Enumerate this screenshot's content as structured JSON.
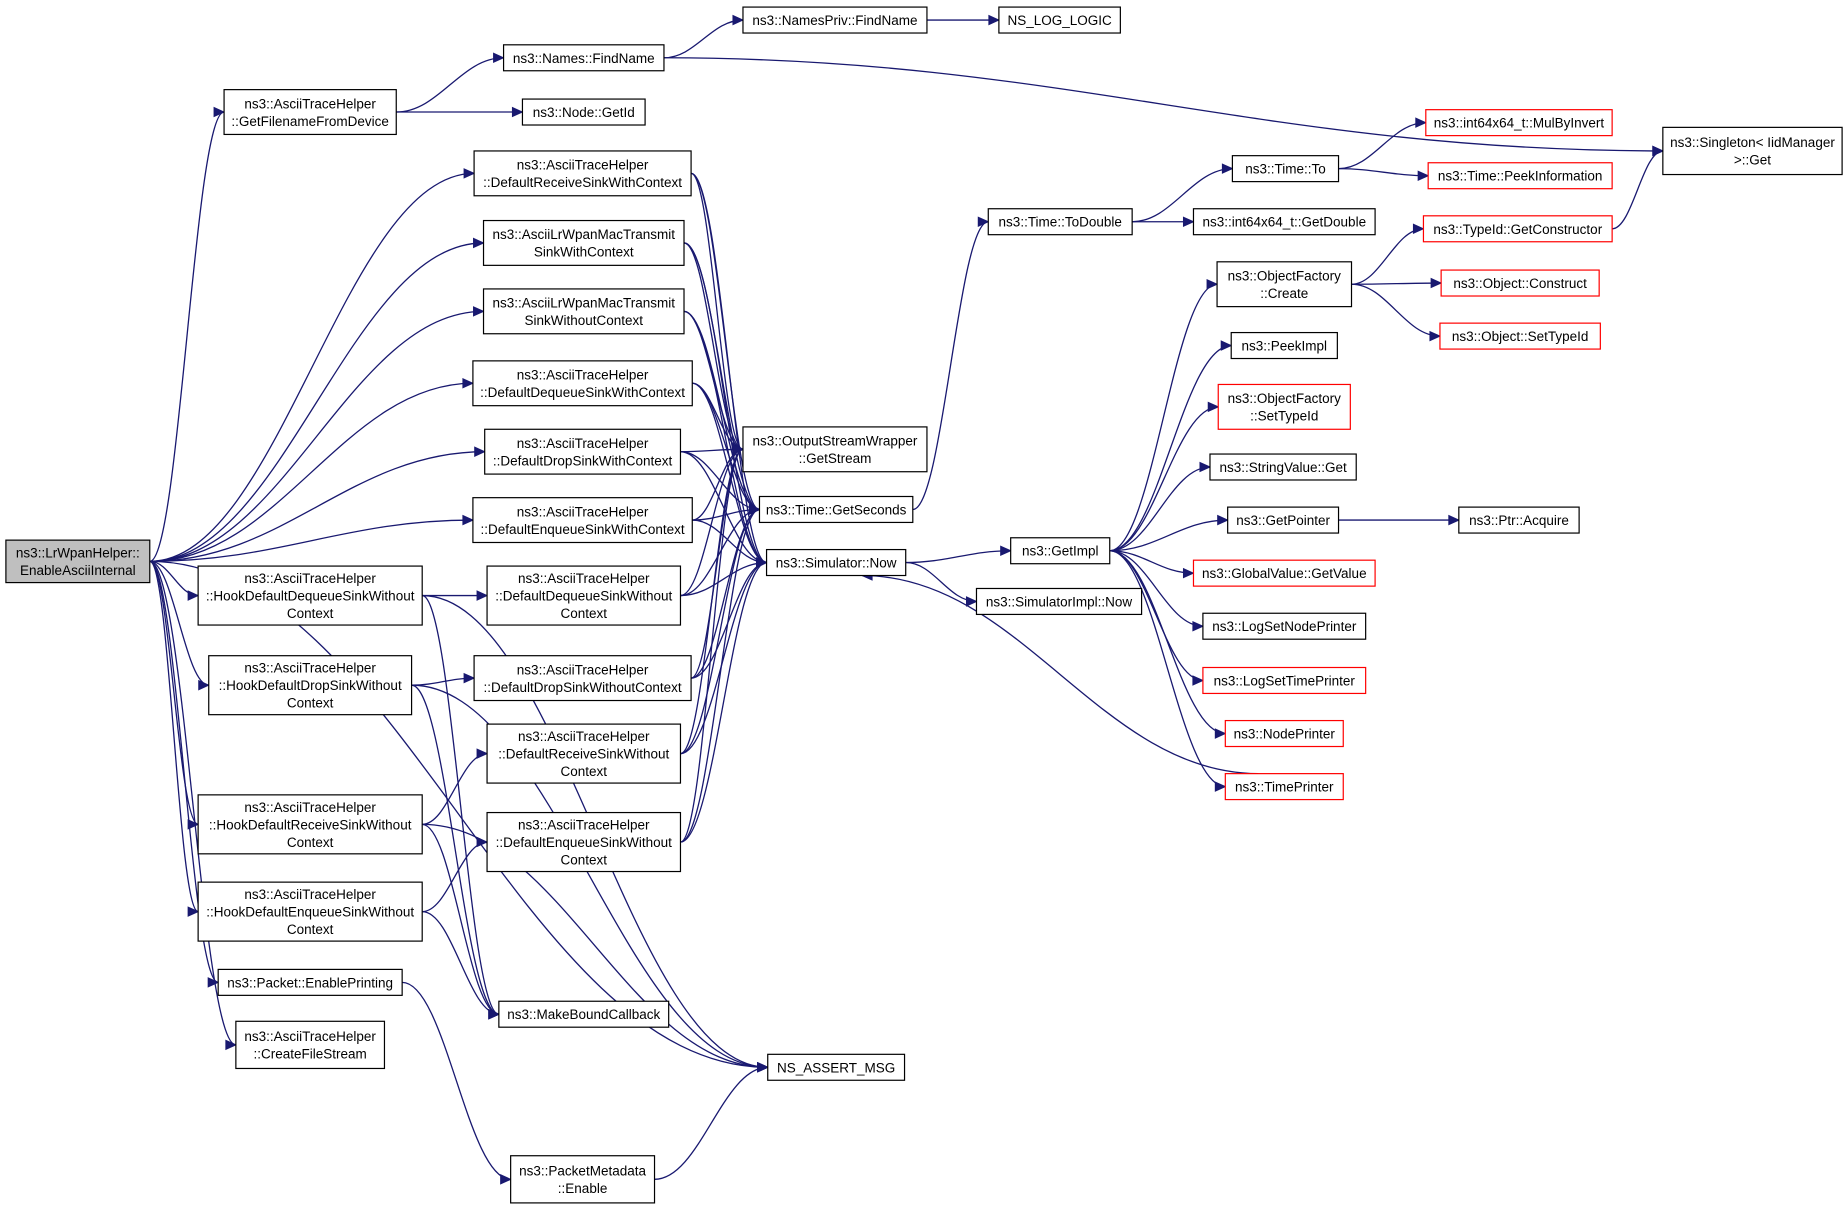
{
  "colors": {
    "edge": "#191970",
    "border": "#000000",
    "missing_border": "#ff0000",
    "root_fill": "#bfbfbf"
  },
  "nodes": {
    "root": {
      "lines": [
        "ns3::LrWpanHelper::",
        "EnableAsciiInternal"
      ]
    },
    "getFilename": {
      "lines": [
        "ns3::AsciiTraceHelper",
        "::GetFilenameFromDevice"
      ]
    },
    "namesFindName": {
      "lines": [
        "ns3::Names::FindName"
      ]
    },
    "namesPrivFindName": {
      "lines": [
        "ns3::NamesPriv::FindName"
      ]
    },
    "nsLogLogic": {
      "lines": [
        "NS_LOG_LOGIC"
      ]
    },
    "nodeGetId": {
      "lines": [
        "ns3::Node::GetId"
      ]
    },
    "singletonGet": {
      "lines": [
        "ns3::Singleton< IidManager",
        ">::Get"
      ]
    },
    "defReceiveWith": {
      "lines": [
        "ns3::AsciiTraceHelper",
        "::DefaultReceiveSinkWithContext"
      ]
    },
    "lrTransmitWith": {
      "lines": [
        "ns3::AsciiLrWpanMacTransmit",
        "SinkWithContext"
      ]
    },
    "lrTransmitWithout": {
      "lines": [
        "ns3::AsciiLrWpanMacTransmit",
        "SinkWithoutContext"
      ]
    },
    "defDequeueWith": {
      "lines": [
        "ns3::AsciiTraceHelper",
        "::DefaultDequeueSinkWithContext"
      ]
    },
    "defDropWith": {
      "lines": [
        "ns3::AsciiTraceHelper",
        "::DefaultDropSinkWithContext"
      ]
    },
    "defEnqueueWith": {
      "lines": [
        "ns3::AsciiTraceHelper",
        "::DefaultEnqueueSinkWithContext"
      ]
    },
    "hookDequeue": {
      "lines": [
        "ns3::AsciiTraceHelper",
        "::HookDefaultDequeueSinkWithout",
        "Context"
      ]
    },
    "defDequeueWithout": {
      "lines": [
        "ns3::AsciiTraceHelper",
        "::DefaultDequeueSinkWithout",
        "Context"
      ]
    },
    "hookDrop": {
      "lines": [
        "ns3::AsciiTraceHelper",
        "::HookDefaultDropSinkWithout",
        "Context"
      ]
    },
    "defDropWithout": {
      "lines": [
        "ns3::AsciiTraceHelper",
        "::DefaultDropSinkWithoutContext"
      ]
    },
    "defReceiveWithout": {
      "lines": [
        "ns3::AsciiTraceHelper",
        "::DefaultReceiveSinkWithout",
        "Context"
      ]
    },
    "hookReceive": {
      "lines": [
        "ns3::AsciiTraceHelper",
        "::HookDefaultReceiveSinkWithout",
        "Context"
      ]
    },
    "defEnqueueWithout": {
      "lines": [
        "ns3::AsciiTraceHelper",
        "::DefaultEnqueueSinkWithout",
        "Context"
      ]
    },
    "hookEnqueue": {
      "lines": [
        "ns3::AsciiTraceHelper",
        "::HookDefaultEnqueueSinkWithout",
        "Context"
      ]
    },
    "packetEnable": {
      "lines": [
        "ns3::Packet::EnablePrinting"
      ]
    },
    "createFile": {
      "lines": [
        "ns3::AsciiTraceHelper",
        "::CreateFileStream"
      ]
    },
    "makeBound": {
      "lines": [
        "ns3::MakeBoundCallback"
      ]
    },
    "nsAssert": {
      "lines": [
        "NS_ASSERT_MSG"
      ]
    },
    "metadataEnable": {
      "lines": [
        "ns3::PacketMetadata",
        "::Enable"
      ]
    },
    "osGetStream": {
      "lines": [
        "ns3::OutputStreamWrapper",
        "::GetStream"
      ]
    },
    "timeGetSeconds": {
      "lines": [
        "ns3::Time::GetSeconds"
      ]
    },
    "simNow": {
      "lines": [
        "ns3::Simulator::Now"
      ]
    },
    "timeToDouble": {
      "lines": [
        "ns3::Time::ToDouble"
      ]
    },
    "timeTo": {
      "lines": [
        "ns3::Time::To"
      ]
    },
    "mulByInvert": {
      "lines": [
        "ns3::int64x64_t::MulByInvert"
      ]
    },
    "peekInfo": {
      "lines": [
        "ns3::Time::PeekInformation"
      ]
    },
    "int64GetDouble": {
      "lines": [
        "ns3::int64x64_t::GetDouble"
      ]
    },
    "getImpl": {
      "lines": [
        "ns3::GetImpl"
      ]
    },
    "simImplNow": {
      "lines": [
        "ns3::SimulatorImpl::Now"
      ]
    },
    "objFactCreate": {
      "lines": [
        "ns3::ObjectFactory",
        "::Create"
      ]
    },
    "typeIdGetCtor": {
      "lines": [
        "ns3::TypeId::GetConstructor"
      ]
    },
    "objConstruct": {
      "lines": [
        "ns3::Object::Construct"
      ]
    },
    "objSetTypeId": {
      "lines": [
        "ns3::Object::SetTypeId"
      ]
    },
    "peekImpl": {
      "lines": [
        "ns3::PeekImpl"
      ]
    },
    "objFactSetTypeId": {
      "lines": [
        "ns3::ObjectFactory",
        "::SetTypeId"
      ]
    },
    "stringValueGet": {
      "lines": [
        "ns3::StringValue::Get"
      ]
    },
    "getPointer": {
      "lines": [
        "ns3::GetPointer"
      ]
    },
    "ptrAcquire": {
      "lines": [
        "ns3::Ptr::Acquire"
      ]
    },
    "globalValueGet": {
      "lines": [
        "ns3::GlobalValue::GetValue"
      ]
    },
    "logSetNode": {
      "lines": [
        "ns3::LogSetNodePrinter"
      ]
    },
    "logSetTime": {
      "lines": [
        "ns3::LogSetTimePrinter"
      ]
    },
    "nodePrinter": {
      "lines": [
        "ns3::NodePrinter"
      ]
    },
    "timePrinter": {
      "lines": [
        "ns3::TimePrinter"
      ]
    }
  }
}
